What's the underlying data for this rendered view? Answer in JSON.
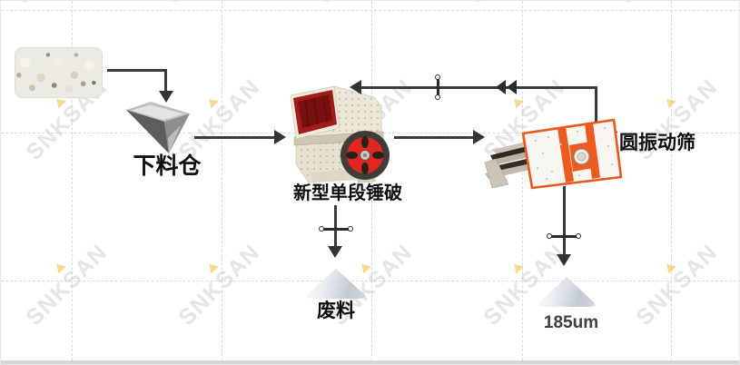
{
  "watermark": {
    "text": "SNKSAN"
  },
  "colors": {
    "flow_line": "#3a3a3a",
    "screen_accent_orange": "#ed5a1e",
    "flywheel_red": "#e32520",
    "hopper_red": "#8f1716",
    "crusher_body": "#ebe6d8",
    "watermark_gray": "#b7b7b7",
    "watermark_accent": "#f2ba3c"
  },
  "nodes": {
    "feed_bin": {
      "label": "下料仓"
    },
    "crusher": {
      "label": "新型单段锤破"
    },
    "screen": {
      "label": "圆振动筛"
    },
    "waste_pile": {
      "label": "废料"
    },
    "product_pile": {
      "label": "185um"
    }
  }
}
